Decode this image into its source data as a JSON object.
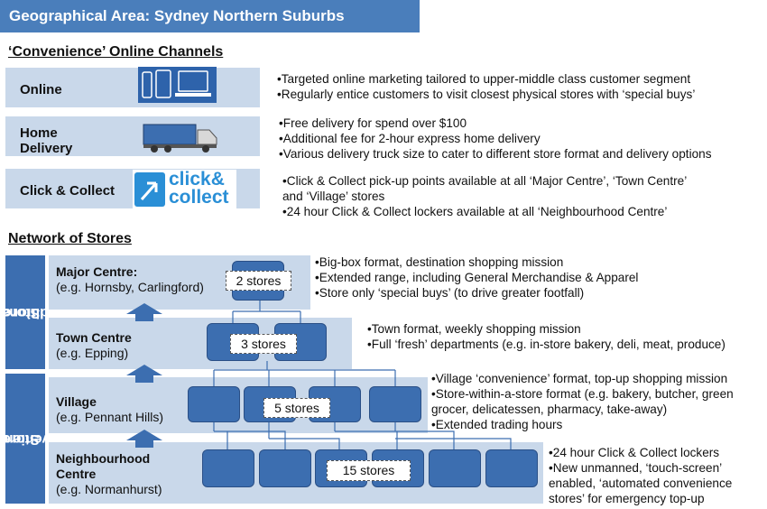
{
  "header": {
    "title": "Geographical Area: Sydney Northern Suburbs"
  },
  "online": {
    "title": "‘Convenience’ Online Channels",
    "channels": [
      {
        "label": "Online",
        "icon": "devices-icon",
        "bullets": [
          "Targeted online marketing tailored to upper-middle class customer segment",
          "Regularly entice customers to visit closest physical stores with ‘special buys’"
        ]
      },
      {
        "label_line1": "Home",
        "label_line2": "Delivery",
        "icon": "delivery-truck-icon",
        "bullets": [
          "Free delivery for spend over $100",
          "Additional fee for 2-hour express home delivery",
          "Various delivery truck size to cater to different store format and delivery options"
        ]
      },
      {
        "label": "Click & Collect",
        "icon": "click-collect-logo",
        "logo_text_1": "click&",
        "logo_text_2": "collect",
        "bullets": [
          "Click & Collect pick-up points available at all ‘Major Centre’, ‘Town Centre’",
          "and ‘Village’ stores",
          "24 hour Click & Collect lockers available at all ‘Neighbourhood Centre’"
        ]
      }
    ]
  },
  "network": {
    "title": "Network of Stores",
    "group_traditional_1": "Traditional",
    "group_traditional_2": "Stores",
    "group_convenience_1": "Convenience",
    "group_convenience_2": "Stores",
    "tiers": [
      {
        "name": "Major Centre:",
        "example": "(e.g. Hornsby, Carlingford)",
        "count": "2 stores",
        "bullets": [
          "Big-box format, destination shopping mission",
          "Extended range, including General Merchandise & Apparel",
          "Store only ‘special buys’ (to drive greater footfall)"
        ]
      },
      {
        "name": "Town Centre",
        "example": "(e.g. Epping)",
        "count": "3 stores",
        "bullets": [
          "Town format, weekly shopping mission",
          "Full ‘fresh’ departments (e.g. in-store bakery, deli, meat, produce)"
        ]
      },
      {
        "name": "Village",
        "example": "(e.g. Pennant Hills)",
        "count": "5 stores",
        "bullets": [
          "Village ‘convenience’ format, top-up shopping mission",
          "Store-within-a-store format (e.g. bakery, butcher, green",
          "grocer, delicatessen, pharmacy, take-away)",
          "Extended trading hours"
        ]
      },
      {
        "name_line1": "Neighbourhood",
        "name_line2": "Centre",
        "example": "(e.g. Normanhurst)",
        "count": "15 stores",
        "bullets": [
          "24 hour Click & Collect lockers",
          "New unmanned, ‘touch-screen’",
          "enabled, ‘automated convenience",
          "stores’ for emergency top-up"
        ]
      }
    ]
  },
  "colors": {
    "primary": "#3c6eb0",
    "band": "#c9d8ea",
    "header": "#4a7ebb"
  }
}
